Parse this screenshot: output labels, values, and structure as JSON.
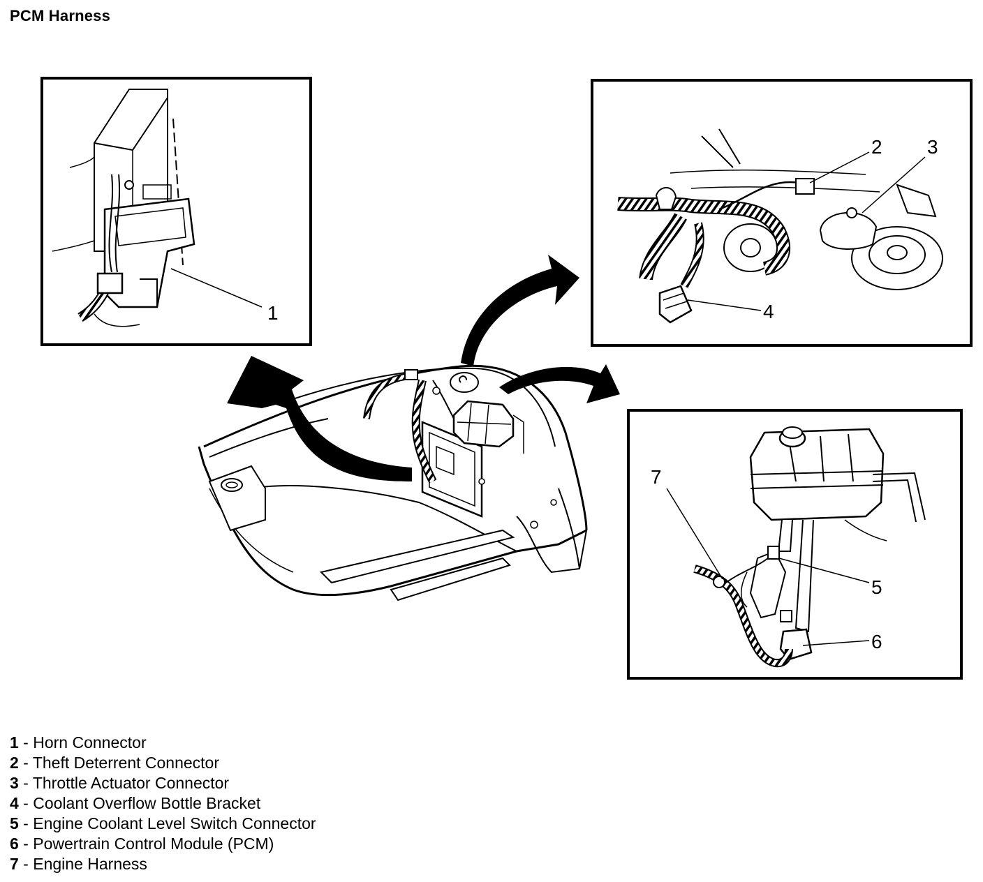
{
  "title": "PCM Harness",
  "callouts": {
    "c1": "1",
    "c2": "2",
    "c3": "3",
    "c4": "4",
    "c5": "5",
    "c6": "6",
    "c7": "7"
  },
  "legend": [
    {
      "num": "1",
      "sep": " - ",
      "label": "Horn Connector"
    },
    {
      "num": "2",
      "sep": " - ",
      "label": "Theft Deterrent Connector"
    },
    {
      "num": "3",
      "sep": " - ",
      "label": "Throttle Actuator Connector"
    },
    {
      "num": "4",
      "sep": " - ",
      "label": "Coolant Overflow Bottle Bracket"
    },
    {
      "num": "5",
      "sep": " - ",
      "label": "Engine Coolant Level Switch Connector"
    },
    {
      "num": "6",
      "sep": " - ",
      "label": "Powertrain Control Module (PCM)"
    },
    {
      "num": "7",
      "sep": " - ",
      "label": "Engine Harness"
    }
  ]
}
